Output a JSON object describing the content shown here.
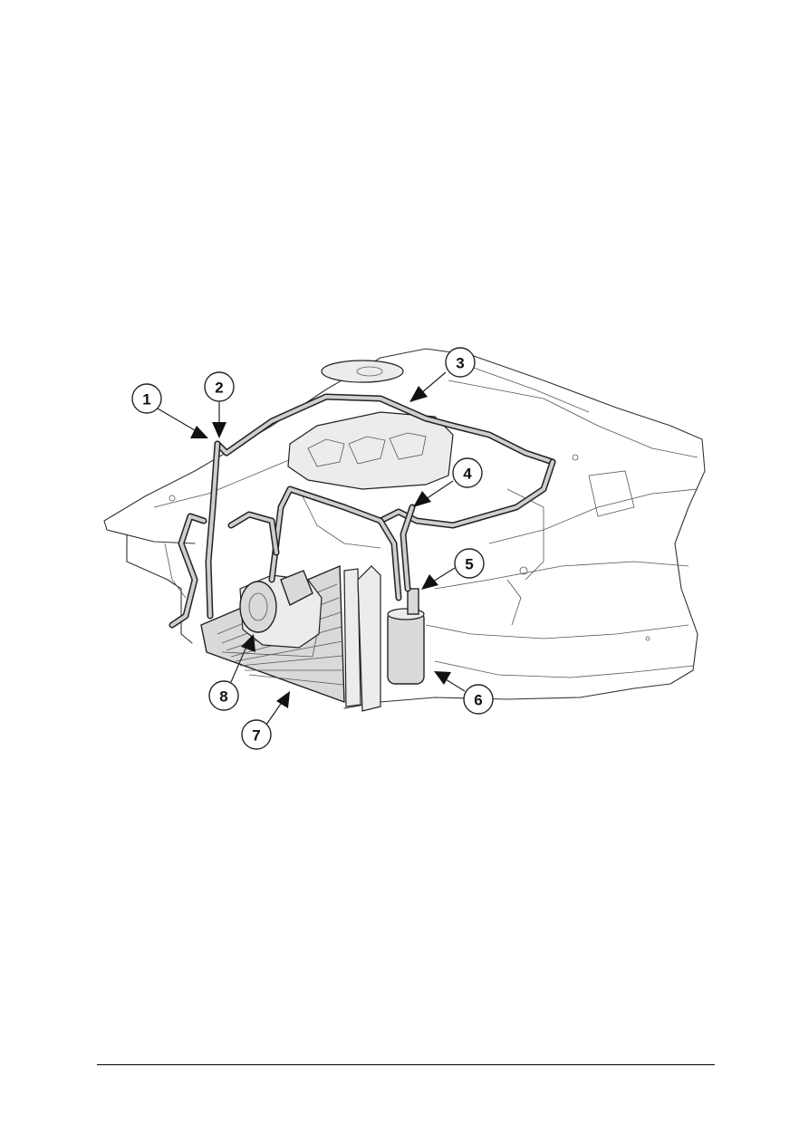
{
  "figure": {
    "callouts": [
      {
        "label": "1"
      },
      {
        "label": "2"
      },
      {
        "label": "3"
      },
      {
        "label": "4"
      },
      {
        "label": "5"
      },
      {
        "label": "6"
      },
      {
        "label": "7"
      },
      {
        "label": "8"
      }
    ]
  }
}
